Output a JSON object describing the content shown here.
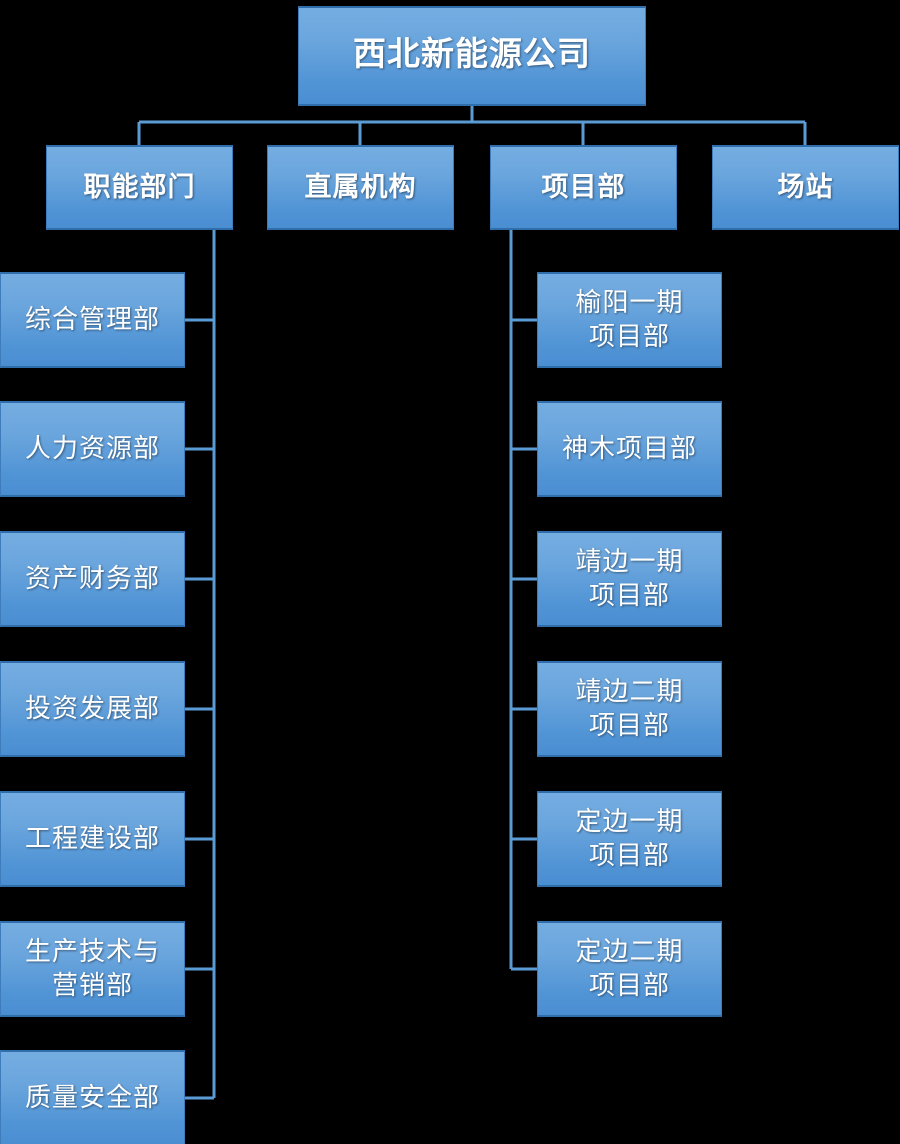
{
  "diagram": {
    "type": "organization-chart",
    "title_text": "西北新能源公司",
    "background_color": "#000000",
    "node_fill_top": "#74ade1",
    "node_fill_bottom": "#4a8ed2",
    "node_border_color": "#2f6eab",
    "connector_color": "#5b9bd5",
    "text_color": "#ffffff"
  },
  "root": {
    "label": "西北新能源公司"
  },
  "level2": [
    {
      "label": "职能部门"
    },
    {
      "label": "直属机构"
    },
    {
      "label": "项目部"
    },
    {
      "label": "场站"
    }
  ],
  "functional_departments": [
    {
      "label": "综合管理部"
    },
    {
      "label": "人力资源部"
    },
    {
      "label": "资产财务部"
    },
    {
      "label": "投资发展部"
    },
    {
      "label": "工程建设部"
    },
    {
      "label": "生产技术与\n营销部"
    },
    {
      "label": "质量安全部"
    }
  ],
  "project_departments": [
    {
      "label": "榆阳一期\n项目部"
    },
    {
      "label": "神木项目部"
    },
    {
      "label": "靖边一期\n项目部"
    },
    {
      "label": "靖边二期\n项目部"
    },
    {
      "label": "定边一期\n项目部"
    },
    {
      "label": "定边二期\n项目部"
    }
  ],
  "direct_institutions": [],
  "stations": []
}
